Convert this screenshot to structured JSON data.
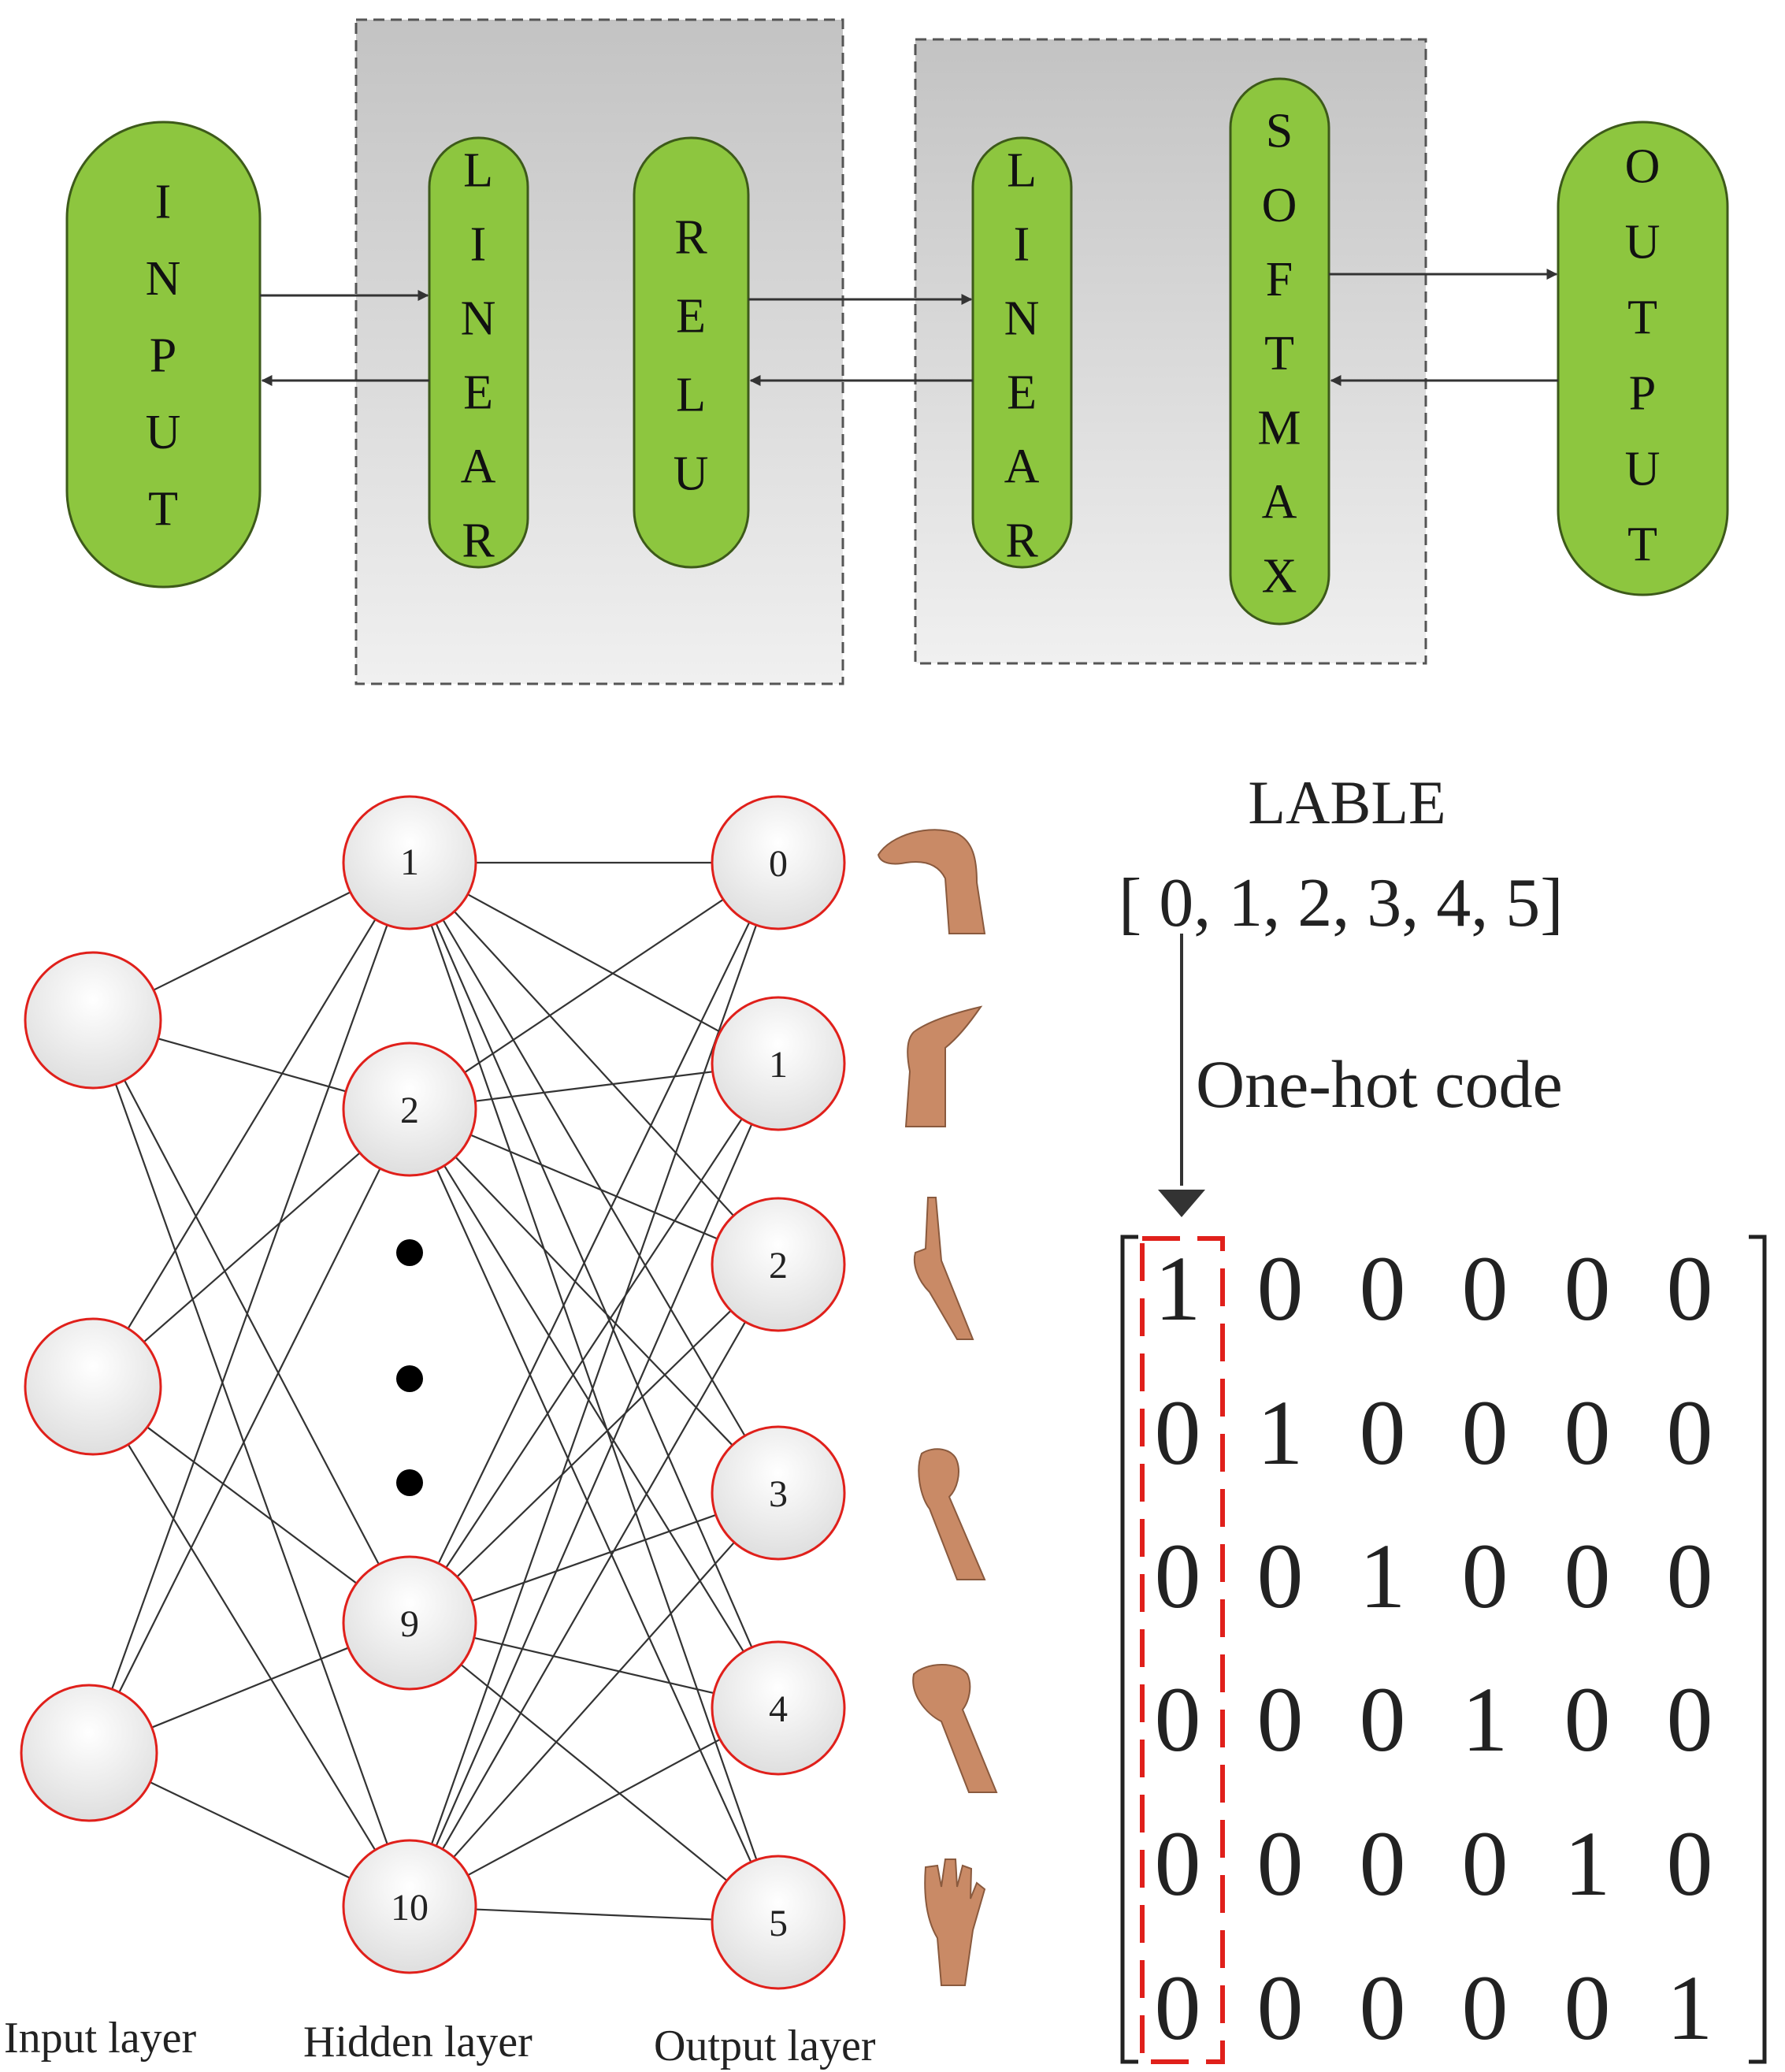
{
  "pipeline": {
    "input": "INPUT",
    "linear1": "LINEAR",
    "relu": "RELU",
    "linear2": "LINEAR",
    "softmax": "SOFTMAX",
    "output": "OUTPUT"
  },
  "network": {
    "hidden_nodes": [
      "1",
      "2",
      "9",
      "10"
    ],
    "output_nodes": [
      "0",
      "1",
      "2",
      "3",
      "4",
      "5"
    ],
    "input_layer_label": "Input layer",
    "hidden_layer_label": "Hidden layer",
    "output_layer_label": "Output layer"
  },
  "label_block": {
    "title": "LABLE",
    "vector": "[ 0, 1, 2, 3, 4, 5]",
    "onehot_caption": "One-hot code",
    "matrix": [
      [
        "1",
        "0",
        "0",
        "0",
        "0",
        "0"
      ],
      [
        "0",
        "1",
        "0",
        "0",
        "0",
        "0"
      ],
      [
        "0",
        "0",
        "1",
        "0",
        "0",
        "0"
      ],
      [
        "0",
        "0",
        "0",
        "1",
        "0",
        "0"
      ],
      [
        "0",
        "0",
        "0",
        "0",
        "1",
        "0"
      ],
      [
        "0",
        "0",
        "0",
        "0",
        "0",
        "1"
      ]
    ]
  },
  "colors": {
    "capsule_fill": "#8dc63f",
    "capsule_stroke": "#3d5a1a",
    "node_stroke": "#e0201b",
    "highlight_dash": "#e0201b",
    "edge": "#333333"
  }
}
